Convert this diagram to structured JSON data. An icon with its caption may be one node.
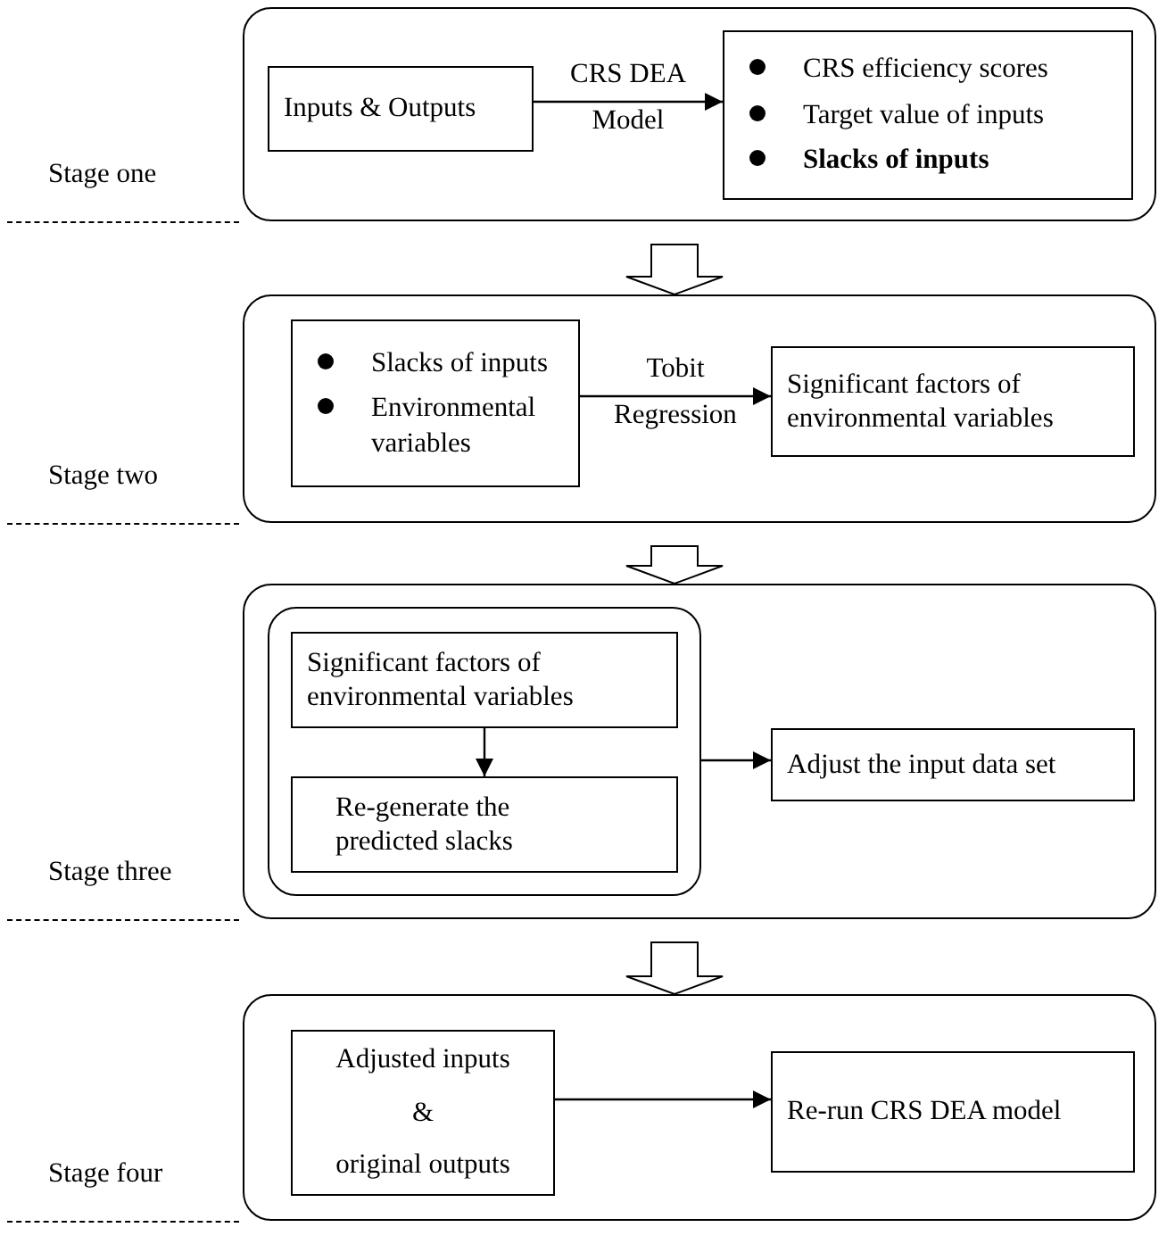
{
  "diagram": {
    "nodes": [
      {
        "text": [
          "Stage one"
        ]
      },
      {
        "text": [
          "Inputs & Outputs"
        ],
        "in": 0
      },
      {
        "text": [
          "CRS efficiency scores",
          "Target value of inputs",
          "**Slacks of inputs**"
        ],
        "in": 0
      },
      {
        "text": [
          "Stage two"
        ]
      },
      {
        "text": [
          "Slacks of inputs",
          "Environmental variables"
        ],
        "in": 3
      },
      {
        "text": [
          "Significant factors of environmental variables"
        ],
        "in": 3
      },
      {
        "text": [
          "Stage three"
        ]
      },
      {
        "text": [],
        "shape": "box",
        "in": 6
      },
      {
        "text": [
          "Significant factors of environmental variables"
        ],
        "in": 7
      },
      {
        "text": [
          "Re-generate the predicted slacks"
        ],
        "in": 7
      },
      {
        "text": [
          "Adjust the input data set"
        ],
        "in": 6
      },
      {
        "text": [
          "Stage four"
        ]
      },
      {
        "text": [
          "Adjusted inputs",
          "&",
          "original outputs"
        ],
        "in": 11
      },
      {
        "text": [
          "Re-run CRS DEA model"
        ],
        "in": 11
      }
    ],
    "edges": [
      {
        "from": 1,
        "to": 2,
        "arrow": "to",
        "label": "CRS DEA Model"
      },
      {
        "from": 0,
        "to": 3,
        "arrow": "to",
        "style": "thick"
      },
      {
        "from": 4,
        "to": 5,
        "arrow": "to",
        "label": "Tobit Regression"
      },
      {
        "from": 3,
        "to": 6,
        "arrow": "to",
        "style": "thick"
      },
      {
        "from": 8,
        "to": 9,
        "arrow": "to"
      },
      {
        "from": 7,
        "to": 10,
        "arrow": "to"
      },
      {
        "from": 6,
        "to": 11,
        "arrow": "to",
        "style": "thick"
      },
      {
        "from": 12,
        "to": 13,
        "arrow": "to"
      }
    ]
  }
}
